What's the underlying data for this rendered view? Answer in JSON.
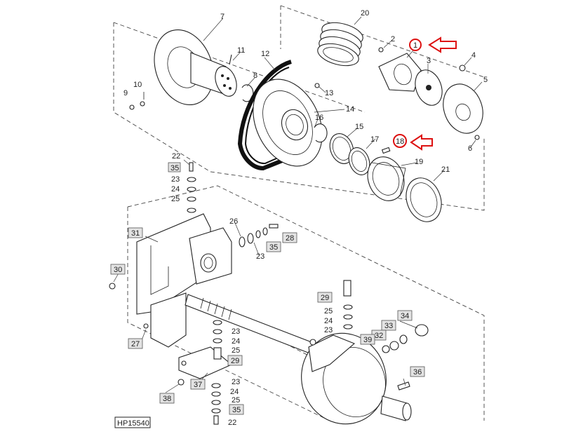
{
  "diagram_id": "HP15540",
  "plain_labels": [
    "7",
    "11",
    "12",
    "20",
    "2",
    "1",
    "4",
    "3",
    "5",
    "8",
    "10",
    "9",
    "13",
    "14",
    "16",
    "15",
    "17",
    "18",
    "19",
    "21",
    "6",
    "22",
    "23",
    "24",
    "25",
    "26"
  ],
  "plain_labels_2": [
    "23",
    "23",
    "24",
    "25",
    "23",
    "25",
    "24",
    "25",
    "22"
  ],
  "boxed_labels": [
    "35",
    "31",
    "30",
    "27",
    "28",
    "35",
    "29",
    "34",
    "33",
    "32",
    "39",
    "29",
    "37",
    "36",
    "35",
    "38"
  ],
  "highlight_color": "#dd1111",
  "callout_color": "#dd1111"
}
